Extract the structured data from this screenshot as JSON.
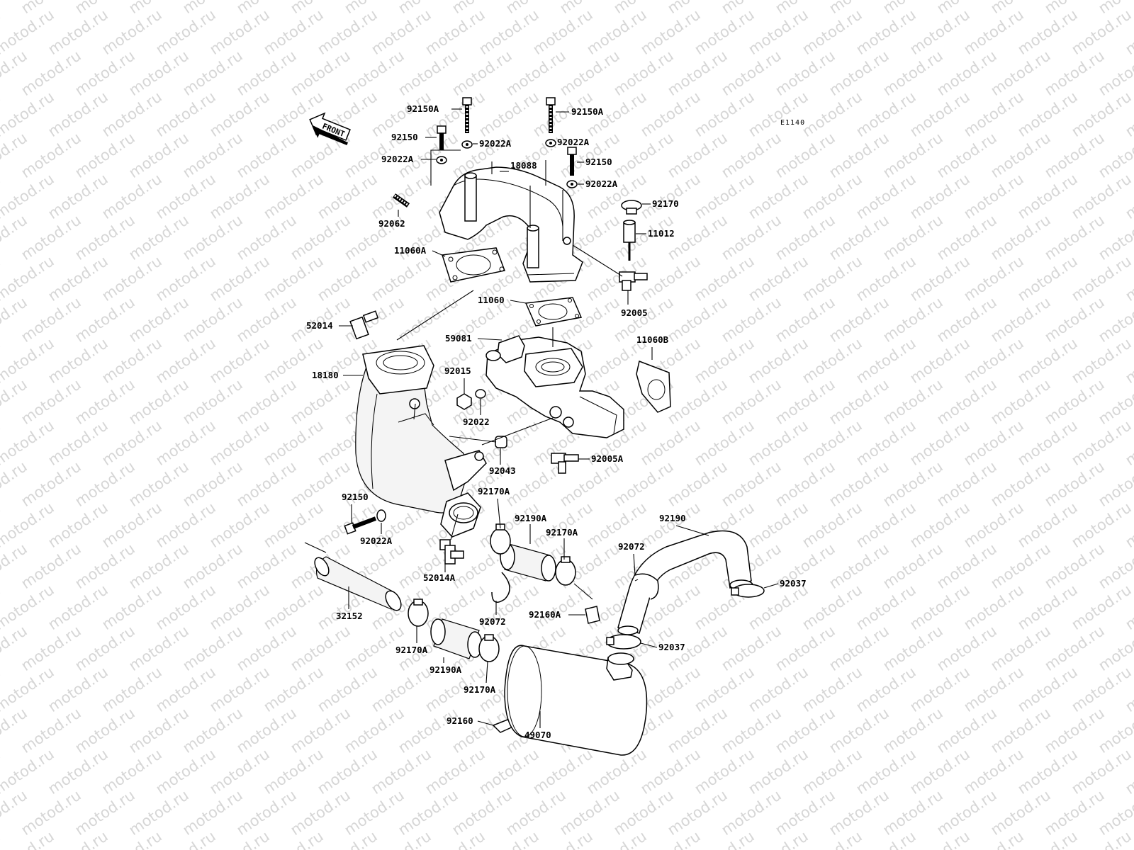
{
  "diagram": {
    "code": "E1140",
    "front_label": "FRONT",
    "watermark": "motod.ru",
    "labels": [
      {
        "id": "l1",
        "text": "92150A"
      },
      {
        "id": "l2",
        "text": "92150A"
      },
      {
        "id": "l3",
        "text": "92150"
      },
      {
        "id": "l4",
        "text": "92022A"
      },
      {
        "id": "l5",
        "text": "92022A"
      },
      {
        "id": "l6",
        "text": "92022A"
      },
      {
        "id": "l7",
        "text": "92150"
      },
      {
        "id": "l8",
        "text": "18088"
      },
      {
        "id": "l9",
        "text": "92022A"
      },
      {
        "id": "l10",
        "text": "92170"
      },
      {
        "id": "l11",
        "text": "92062"
      },
      {
        "id": "l12",
        "text": "11012"
      },
      {
        "id": "l13",
        "text": "11060A"
      },
      {
        "id": "l14",
        "text": "11060"
      },
      {
        "id": "l15",
        "text": "92005"
      },
      {
        "id": "l16",
        "text": "52014"
      },
      {
        "id": "l17",
        "text": "59081"
      },
      {
        "id": "l18",
        "text": "11060B"
      },
      {
        "id": "l19",
        "text": "92015"
      },
      {
        "id": "l20",
        "text": "18180"
      },
      {
        "id": "l21",
        "text": "92022"
      },
      {
        "id": "l22",
        "text": "92005A"
      },
      {
        "id": "l23",
        "text": "92043"
      },
      {
        "id": "l24",
        "text": "92150"
      },
      {
        "id": "l25",
        "text": "92170A"
      },
      {
        "id": "l26",
        "text": "92190A"
      },
      {
        "id": "l27",
        "text": "92190"
      },
      {
        "id": "l28",
        "text": "92022A"
      },
      {
        "id": "l29",
        "text": "92170A"
      },
      {
        "id": "l30",
        "text": "92072"
      },
      {
        "id": "l31",
        "text": "52014A"
      },
      {
        "id": "l32",
        "text": "92037"
      },
      {
        "id": "l33",
        "text": "32152"
      },
      {
        "id": "l34",
        "text": "92072"
      },
      {
        "id": "l35",
        "text": "92160A"
      },
      {
        "id": "l36",
        "text": "92170A"
      },
      {
        "id": "l37",
        "text": "92037"
      },
      {
        "id": "l38",
        "text": "92190A"
      },
      {
        "id": "l39",
        "text": "92170A"
      },
      {
        "id": "l40",
        "text": "92160"
      },
      {
        "id": "l41",
        "text": "49070"
      }
    ]
  }
}
